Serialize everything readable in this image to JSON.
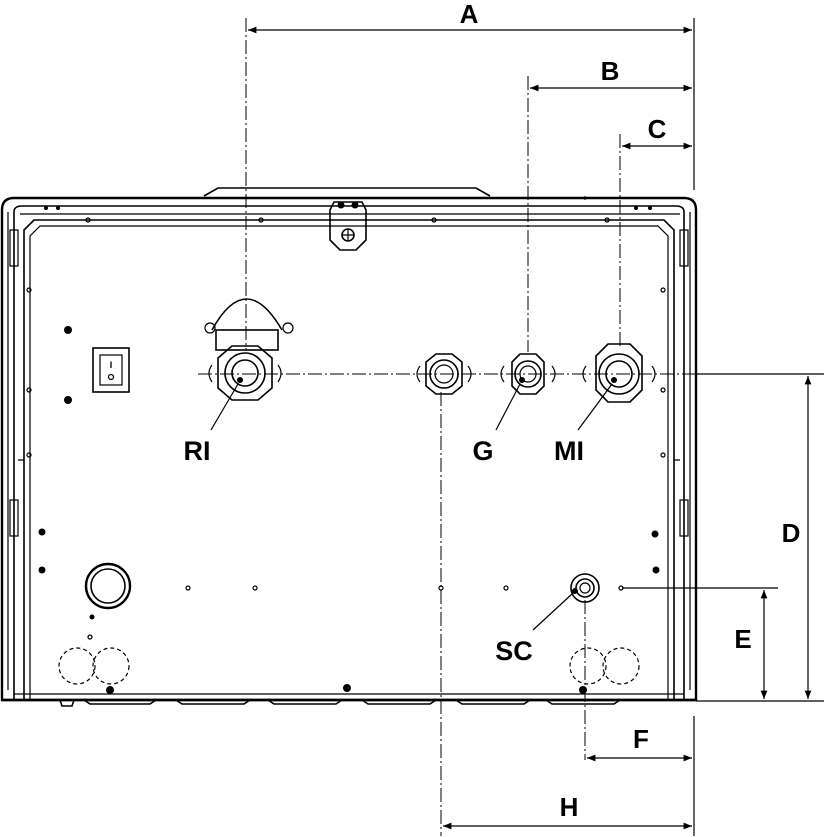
{
  "dimensions": {
    "A": "A",
    "B": "B",
    "C": "C",
    "D": "D",
    "E": "E",
    "F": "F",
    "H": "H"
  },
  "connections": {
    "RI": "RI",
    "G": "G",
    "MI": "MI",
    "SC": "SC"
  },
  "switch": {
    "symbol": "I"
  }
}
